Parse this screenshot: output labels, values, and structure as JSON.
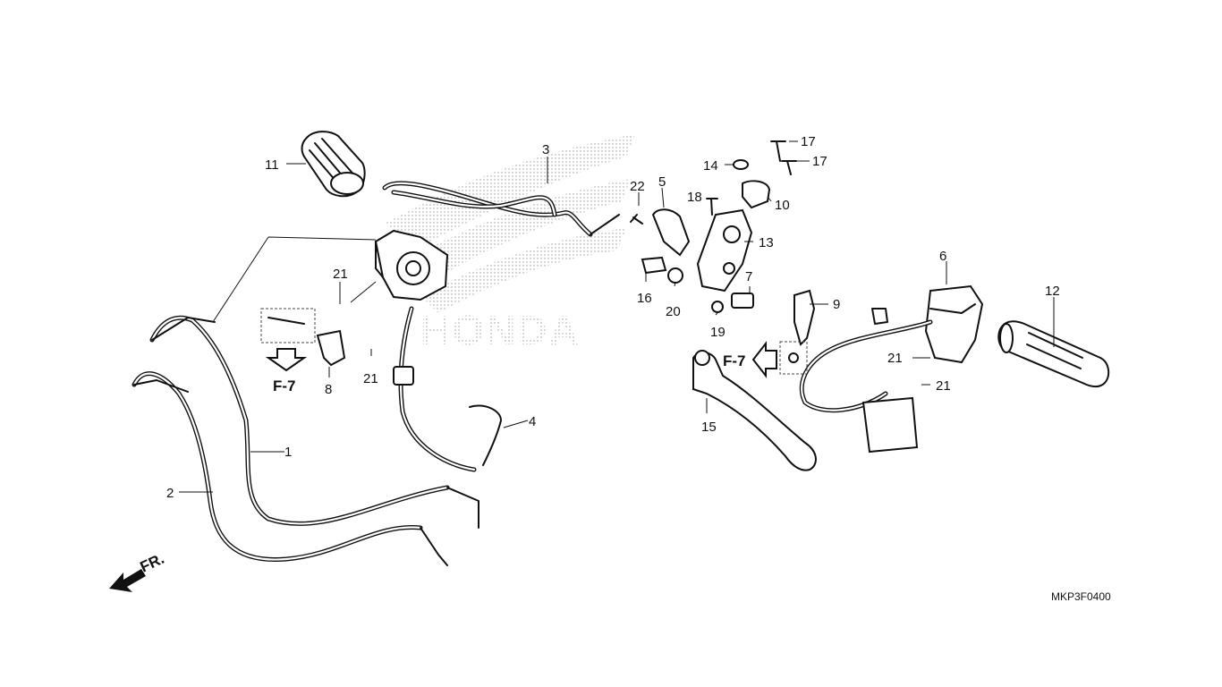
{
  "diagram_code": "MKP3F0400",
  "front_indicator": "FR.",
  "watermark_text": "HONDA",
  "reference_labels": [
    "F-7",
    "F-7"
  ],
  "part_callouts": [
    "1",
    "2",
    "3",
    "4",
    "5",
    "6",
    "7",
    "8",
    "9",
    "10",
    "11",
    "12",
    "13",
    "14",
    "15",
    "16",
    "17",
    "17",
    "18",
    "19",
    "20",
    "21",
    "21",
    "21",
    "21",
    "22"
  ],
  "colors": {
    "line": "#111111",
    "background": "#ffffff",
    "watermark_dots": "#9a9a9a"
  }
}
